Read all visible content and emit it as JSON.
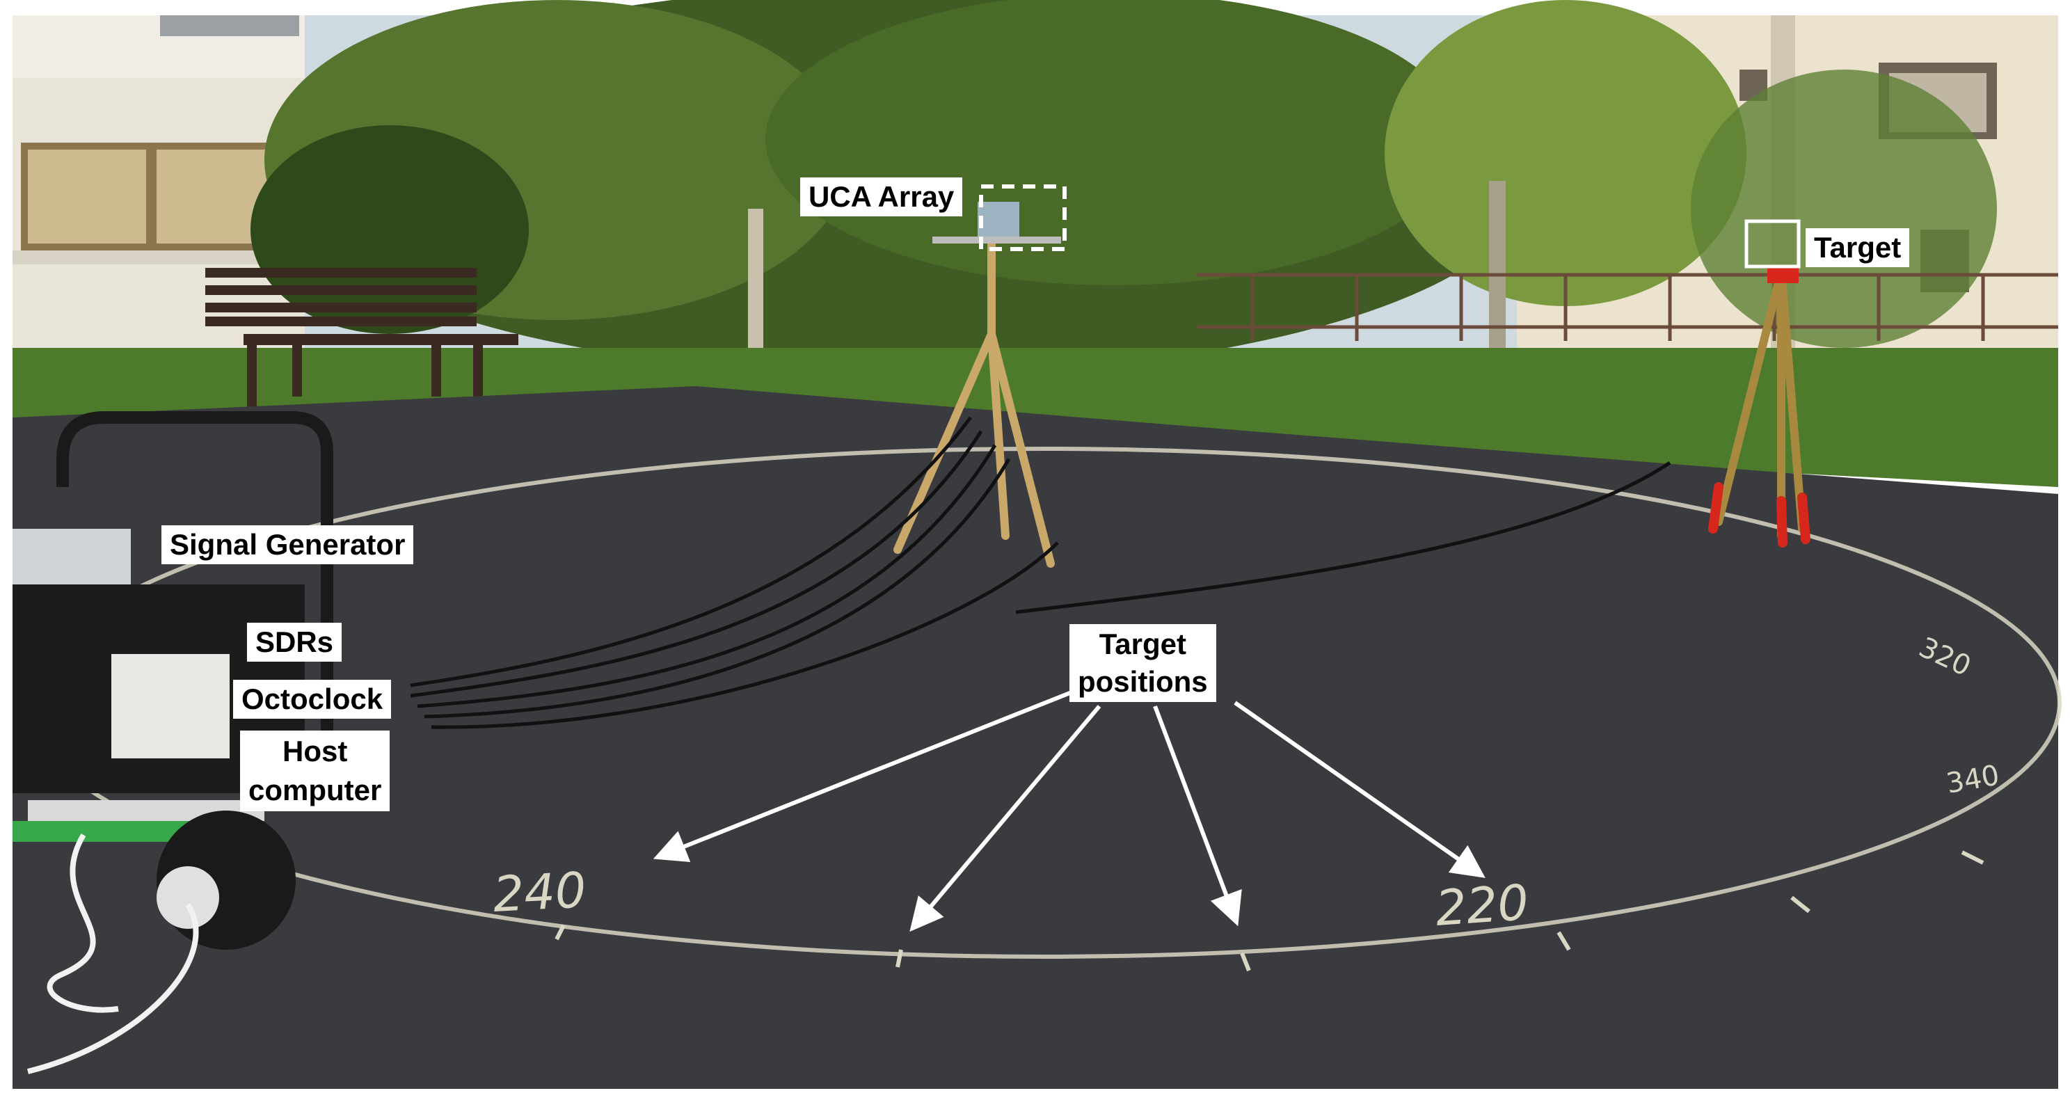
{
  "labels": {
    "uca_array": "UCA Array",
    "target": "Target",
    "signal_generator": "Signal Generator",
    "sdrs": "SDRs",
    "octoclock": "Octoclock",
    "host_computer_line1": "Host",
    "host_computer_line2": "computer",
    "target_positions_line1": "Target",
    "target_positions_line2": "positions"
  },
  "chalk_marks": {
    "left": "240",
    "right": "220",
    "far_right_upper": "320",
    "far_right_lower": "340"
  },
  "colors": {
    "asphalt": "#3a3b3f",
    "grass": "#4f7a2a",
    "foliage": "#3d5a22",
    "building": "#e8e2d2",
    "chalk": "#d9d6c4",
    "arrow": "#ffffff",
    "tripod_red": "#d7261b"
  }
}
